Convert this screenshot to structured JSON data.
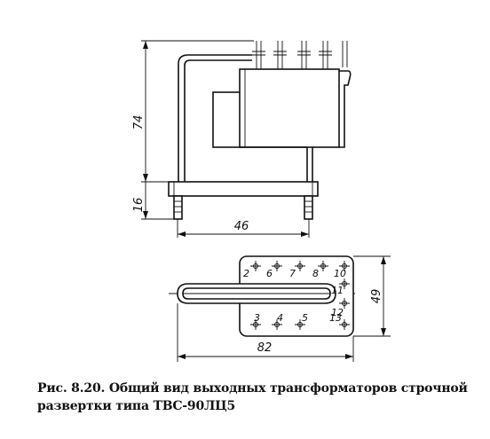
{
  "dimensions": {
    "height_main": "74",
    "height_base": "16",
    "width_front": "46",
    "width_plan": "82",
    "depth_plan": "49"
  },
  "pins": {
    "top_row": [
      "2",
      "6",
      "7",
      "8",
      "10"
    ],
    "right_col": [
      "11",
      "12"
    ],
    "bottom_row": [
      "3",
      "4",
      "5",
      "13"
    ]
  },
  "caption": {
    "line1": "Рис. 8.20. Общий вид выходных трансформаторов строчной",
    "line2": "развертки типа ТВС-90ЛЦ5"
  }
}
